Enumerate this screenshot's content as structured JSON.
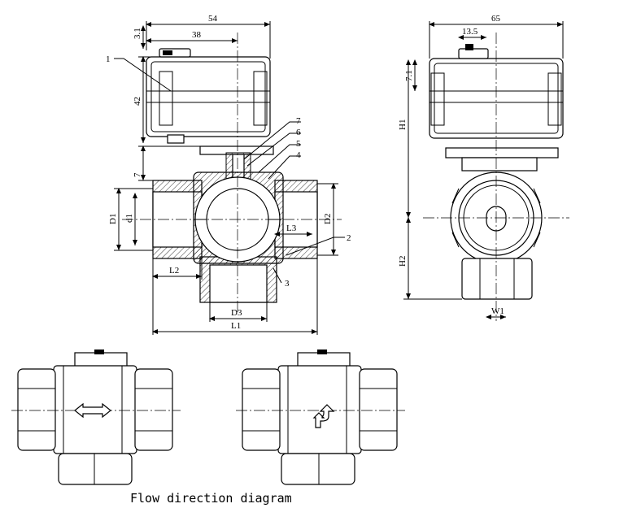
{
  "front_view": {
    "dims": {
      "overall_width": "54",
      "stem_offset": "38",
      "top_gap": "3.1",
      "actuator_height": "42",
      "bracket_height": "7",
      "d1_outer": "D1",
      "d1_inner": "d1",
      "d2": "D2",
      "l3": "L3",
      "l2": "L2",
      "d3": "D3",
      "l1": "L1"
    },
    "callouts": [
      "1",
      "2",
      "3",
      "4",
      "5",
      "6",
      "7"
    ]
  },
  "side_view": {
    "dims": {
      "width": "65",
      "stem": "13.5",
      "top": "7.1",
      "h1": "H1",
      "h2": "H2",
      "w1": "W1"
    }
  },
  "flow_section": {
    "caption": "Flow direction diagram"
  }
}
